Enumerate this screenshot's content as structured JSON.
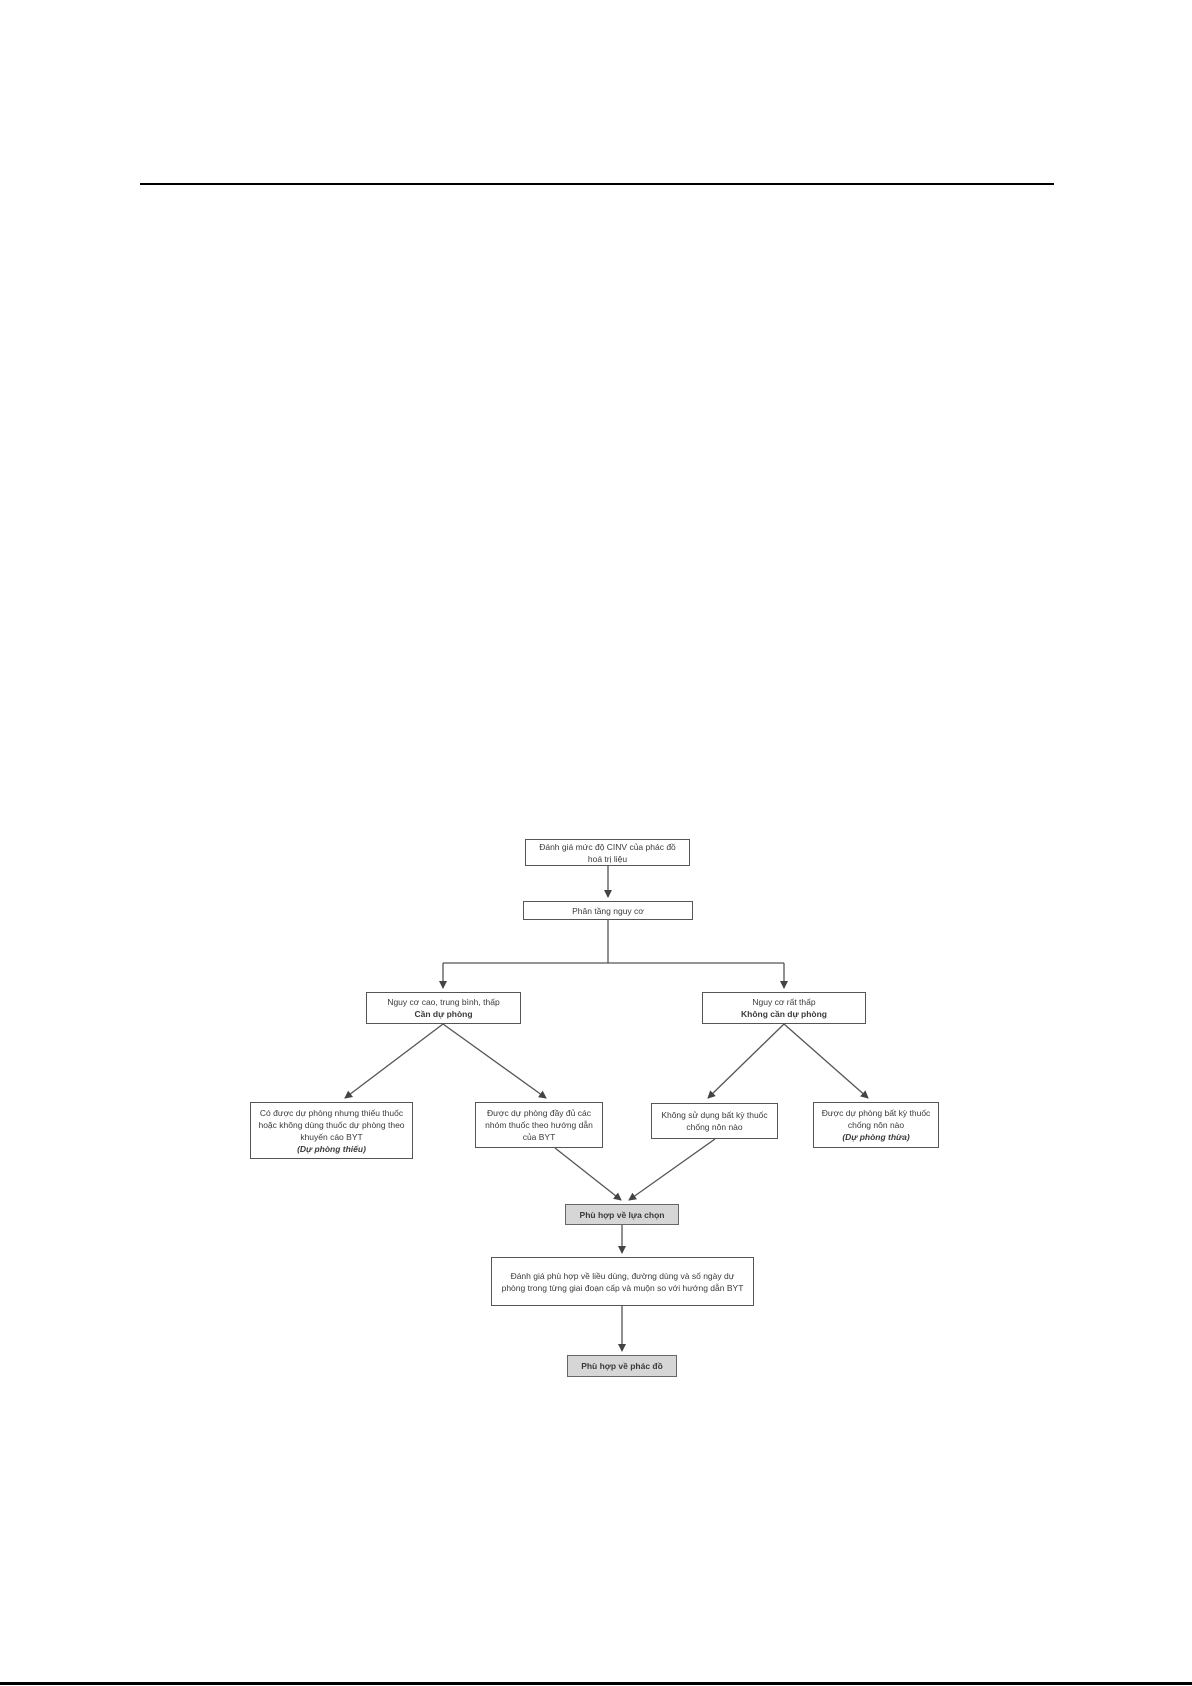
{
  "flowchart": {
    "assess_cinv": "Đánh giá mức độ CINV của phác đồ hoá trị liệu",
    "risk_stratification": "Phân tầng nguy cơ",
    "high_risk": {
      "line1": "Nguy cơ cao, trung bình, thấp",
      "line2": "Cần dự phòng"
    },
    "very_low_risk": {
      "line1": "Nguy cơ rất thấp",
      "line2": "Không cần dự phòng"
    },
    "under_prophylaxis": {
      "line1": "Có được dự phòng nhưng thiếu thuốc hoặc không dùng thuốc dự phòng theo khuyến cáo BYT",
      "line2": "(Dự phòng thiếu)"
    },
    "full_prophylaxis": "Được dự phòng đầy đủ các nhóm thuốc theo hướng dẫn của BYT",
    "no_antiemetic": "Không sử dụng bất kỳ thuốc chống nôn nào",
    "over_prophylaxis": {
      "line1": "Được dự phòng bất kỳ thuốc chống nôn nào",
      "line2": "(Dự phòng thừa)"
    },
    "appropriate_choice": "Phù hợp về lựa chọn",
    "assess_dose": "Đánh giá phù hợp về liều dùng, đường dùng và số ngày dự phòng trong từng giai đoạn cấp và muộn so với hướng dẫn BYT",
    "appropriate_regimen": "Phù hợp về phác đồ"
  }
}
